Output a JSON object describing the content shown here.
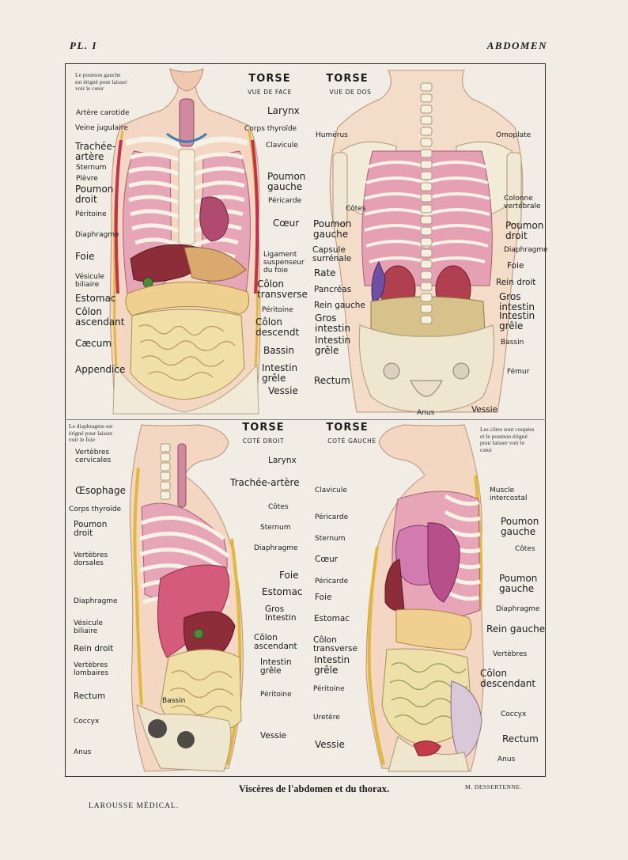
{
  "header": {
    "plate": "PL. I",
    "section": "ABDOMEN"
  },
  "panels": {
    "front": {
      "title": "TORSE",
      "subtitle": "VUE DE FACE",
      "note": "Le poumon gauche\nest érigné pour laisser\nvoir le cœur",
      "labels": [
        "Larynx",
        "Corps thyroïde",
        "Clavicule",
        "Poumon\ngauche",
        "Péricarde",
        "Cœur",
        "Ligament\nsuspenseur\ndu foie",
        "Côlon\ntransverse",
        "Péritoine",
        "Côlon\ndescendt",
        "Bassin",
        "Intestin\ngrêle",
        "Vessie",
        "Artère carotide",
        "Veine jugulaire",
        "Trachée-\nartère",
        "Sternum",
        "Plèvre",
        "Poumon\ndroit",
        "Péritoine",
        "Diaphragme",
        "Foie",
        "Vésicule\nbiliaire",
        "Estomac",
        "Côlon\nascendant",
        "Cæcum",
        "Appendice"
      ]
    },
    "back": {
      "title": "TORSE",
      "subtitle": "VUE DE DOS",
      "labels": [
        "Humérus",
        "Omoplate",
        "Colonne\nvertébrale",
        "Côtes",
        "Poumon\ngauche",
        "Poumon\ndroit",
        "Capsule\nsurrénale",
        "Diaphragme",
        "Foie",
        "Rate",
        "Rein droit",
        "Pancréas",
        "Gros\nintestin",
        "Rein gauche",
        "Intestin\ngrêle",
        "Gros\nintestin",
        "Intestin\ngrêle",
        "Bassin",
        "Fémur",
        "Rectum",
        "Anus",
        "Vessie"
      ]
    },
    "right": {
      "title": "TORSE",
      "subtitle": "COTÉ DROIT",
      "note": "Le diaphragme est\nérigné pour laisser\nvoir le foie",
      "labels": [
        "Vertèbres\ncervicales",
        "Larynx",
        "Trachée-artère",
        "Œsophage",
        "Corps thyroïde",
        "Côtes",
        "Sternum",
        "Poumon\ndroit",
        "Diaphragme",
        "Vertèbres\ndorsales",
        "Foie",
        "Estomac",
        "Diaphragme",
        "Gros\nIntestin",
        "Vésicule\nbiliaire",
        "Côlon\nascendant",
        "Rein droit",
        "Intestin\ngrêle",
        "Vertèbres\nlombaires",
        "Rectum",
        "Péritoine",
        "Bassin",
        "Coccyx",
        "Vessie",
        "Anus"
      ]
    },
    "left": {
      "title": "TORSE",
      "subtitle": "COTÉ GAUCHE",
      "note": "Les côtes sont coupées\net le poumon érigné\npour laisser voir le\ncœur",
      "labels": [
        "Clavicule",
        "Muscle\nintercostal",
        "Péricarde",
        "Poumon\ngauche",
        "Sternum",
        "Côtes",
        "Cœur",
        "Poumon\ngauche",
        "Péricarde",
        "Diaphragme",
        "Foie",
        "Estomac",
        "Rein gauche",
        "Côlon\ntransverse",
        "Vertèbres",
        "Intestin\ngrêle",
        "Côlon\ndescendant",
        "Péritoine",
        "Coccyx",
        "Uretère",
        "Rectum",
        "Vessie",
        "Anus"
      ]
    }
  },
  "caption": "Viscères de l'abdomen et du thorax.",
  "artist": "M. DESSERTENNE.",
  "publisher": "LAROUSSE MÉDICAL."
}
